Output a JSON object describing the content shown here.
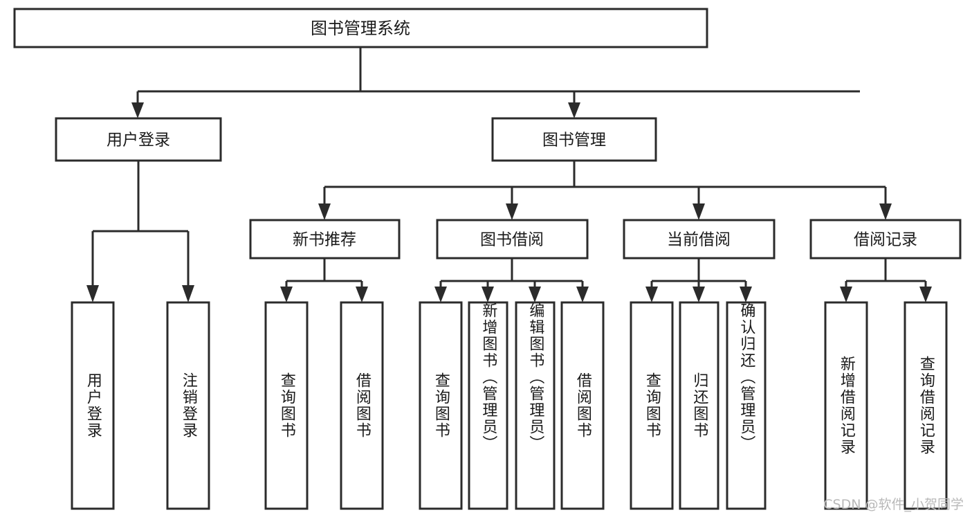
{
  "diagram": {
    "type": "tree",
    "title": "图书管理系统",
    "watermark": "CSDN @软件_小贺同学",
    "colors": {
      "background": "#ffffff",
      "stroke": "#2b2b2b",
      "text": "#1a1a1a",
      "watermark": "#b9b9b9"
    },
    "root": {
      "label": "图书管理系统"
    },
    "level2": [
      {
        "label": "用户登录"
      },
      {
        "label": "图书管理"
      }
    ],
    "level3": [
      {
        "label": "新书推荐"
      },
      {
        "label": "图书借阅"
      },
      {
        "label": "当前借阅"
      },
      {
        "label": "借阅记录"
      }
    ],
    "leaves": {
      "user_login": [
        {
          "label": "用户登录"
        },
        {
          "label": "注销登录"
        }
      ],
      "new_book": [
        {
          "label": "查询图书"
        },
        {
          "label": "借阅图书"
        }
      ],
      "borrow_book": [
        {
          "label": "查询图书"
        },
        {
          "label": "新增图书（管理员）"
        },
        {
          "label": "编辑图书（管理员）"
        },
        {
          "label": "借阅图书"
        }
      ],
      "current_borrow": [
        {
          "label": "查询图书"
        },
        {
          "label": "归还图书"
        },
        {
          "label": "确认归还（管理员）"
        }
      ],
      "borrow_record": [
        {
          "label": "新增借阅记录"
        },
        {
          "label": "查询借阅记录"
        }
      ]
    }
  }
}
